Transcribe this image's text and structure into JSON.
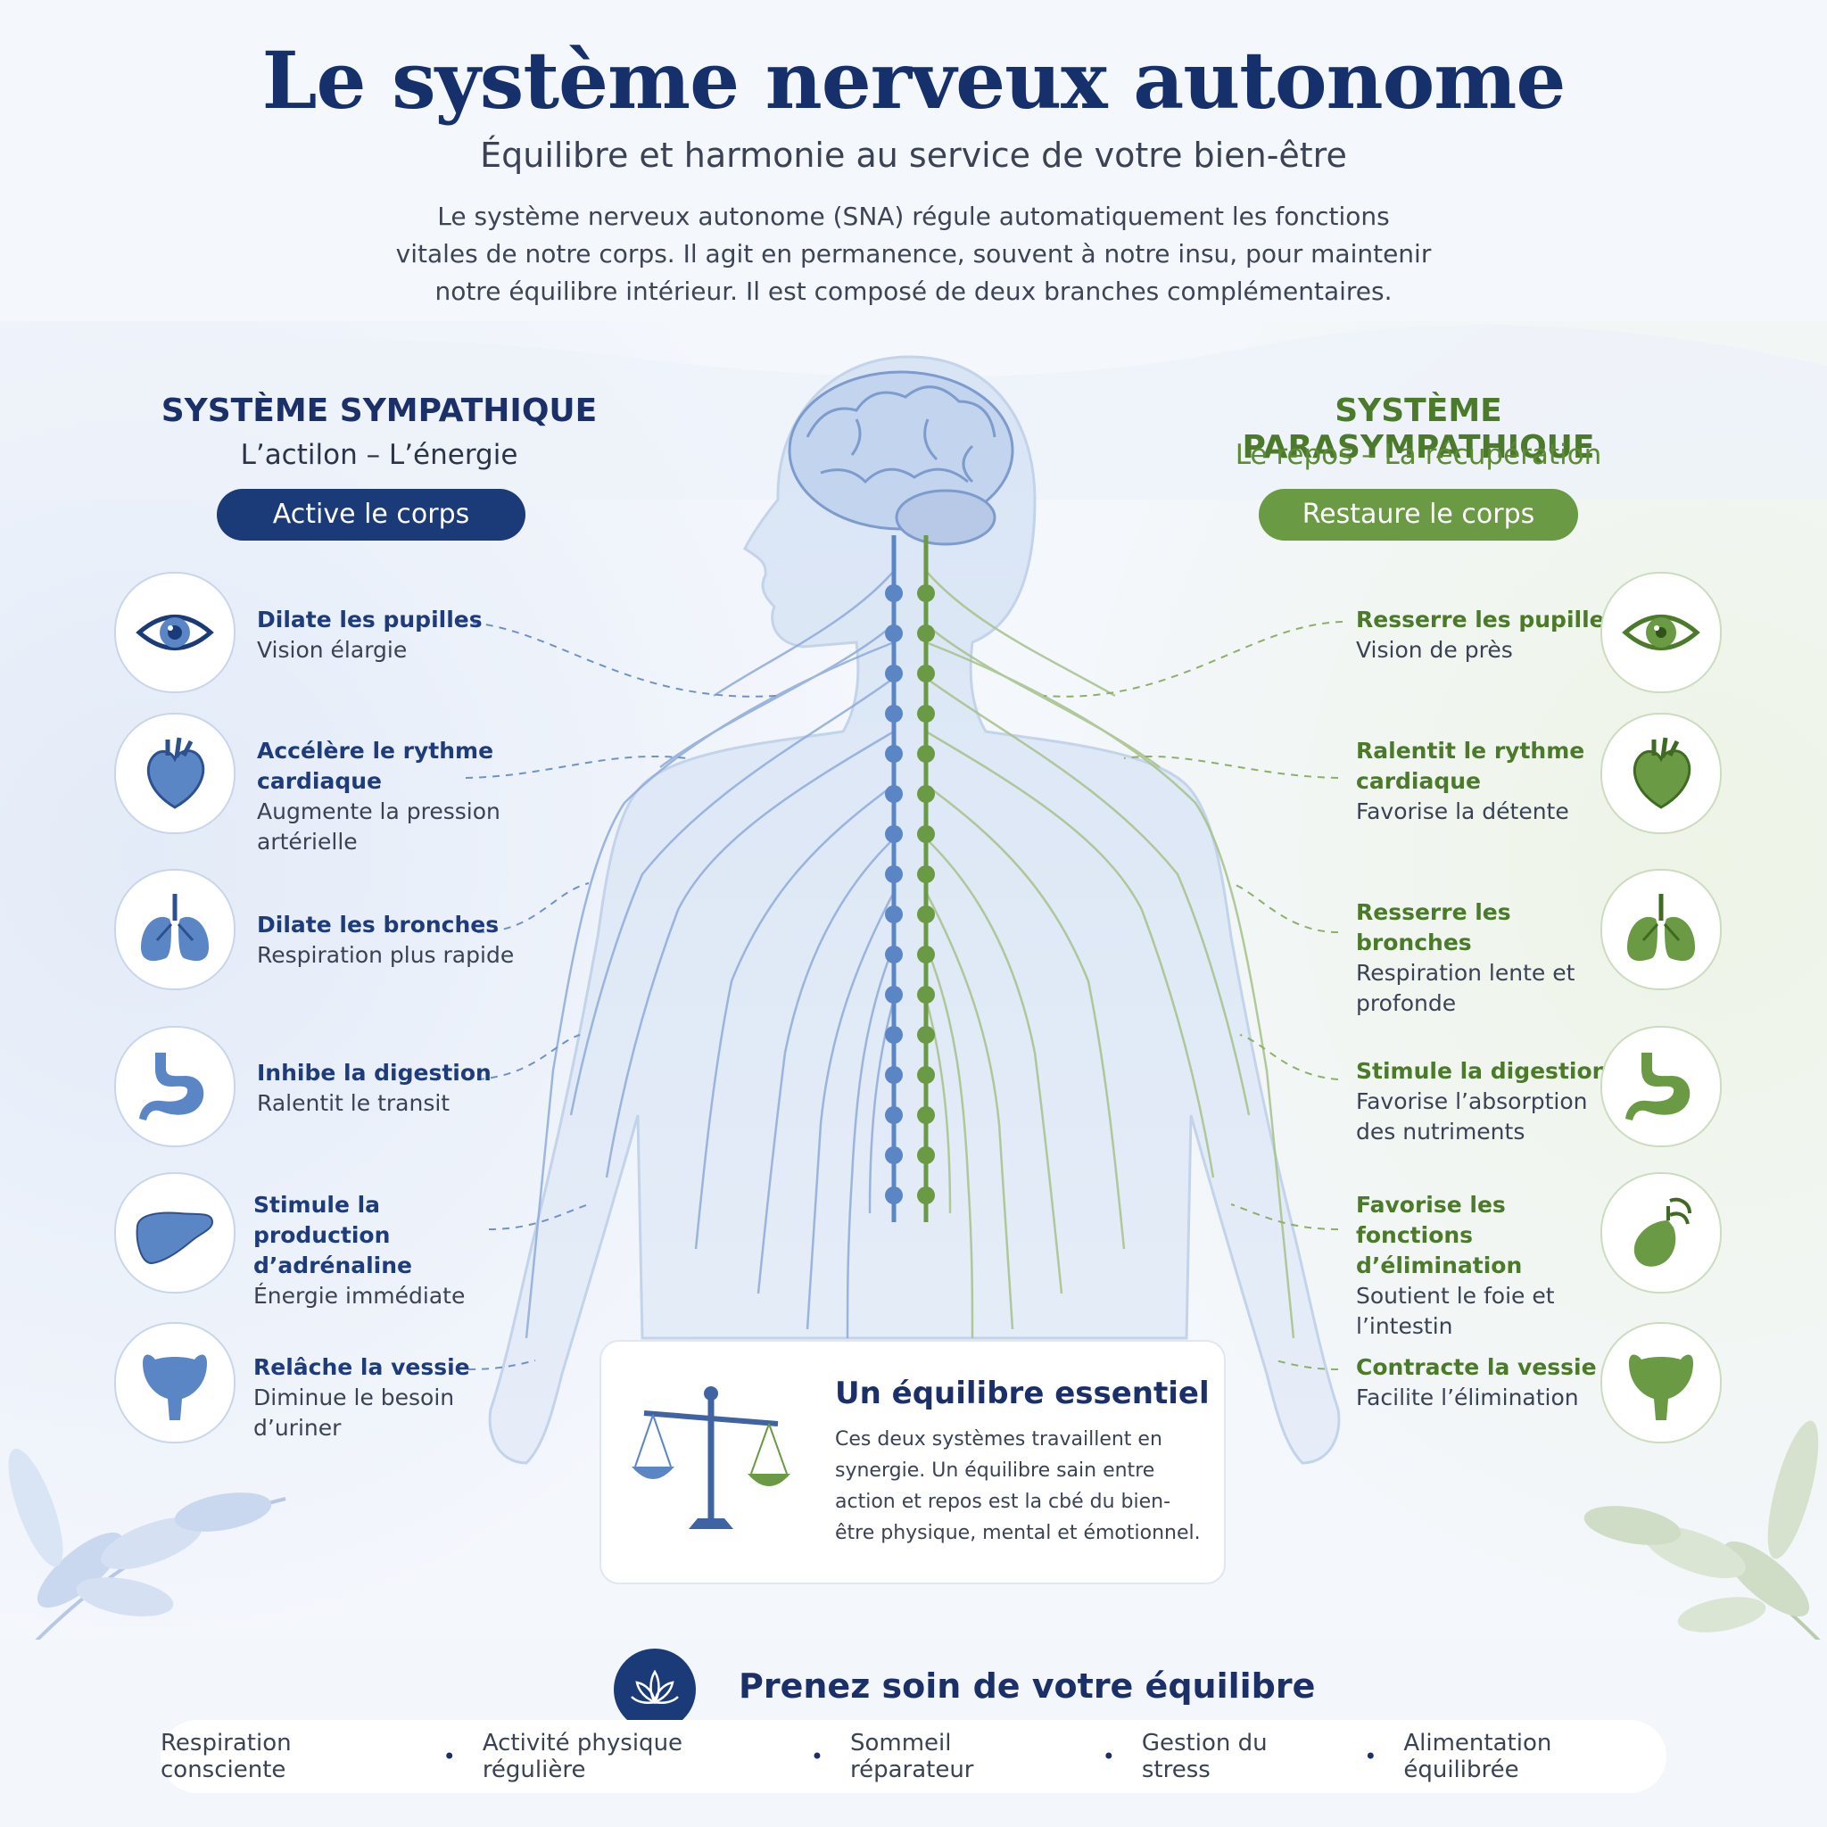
{
  "header": {
    "title": "Le système nerveux autonome",
    "subtitle": "Équilibre et harmonie au service de votre bien-être",
    "intro": "Le système nerveux autonome (SNA) régule automatiquement les fonctions vitales de notre corps. Il agit en permanence, souvent à notre insu, pour maintenir notre équilibre intérieur. Il est composé de deux branches complémentaires."
  },
  "colors": {
    "navy": "#1b3a78",
    "blue": "#5b86c6",
    "green": "#6a9a44",
    "dark_green": "#4a7a2a"
  },
  "sympathetic": {
    "title": "SYSTÈME SYMPATHIQUE",
    "subtitle": "L’actilon – L’énergie",
    "pill": "Active le corps",
    "items": [
      {
        "icon": "eye-icon",
        "title": "Dilate les pupilles",
        "desc": "Vision élargie"
      },
      {
        "icon": "heart-icon",
        "title": "Accélère le rythme cardiaque",
        "desc": "Augmente la pression artérielle"
      },
      {
        "icon": "lungs-icon",
        "title": "Dilate les bronches",
        "desc": "Respiration plus rapide"
      },
      {
        "icon": "stomach-icon",
        "title": "Inhibe la digestion",
        "desc": "Ralentit le transit"
      },
      {
        "icon": "liver-icon",
        "title": "Stimule la production d’adrénaline",
        "desc": "Énergie immédiate"
      },
      {
        "icon": "bladder-icon",
        "title": "Relâche la vessie",
        "desc": "Diminue le besoin d’uriner"
      }
    ]
  },
  "parasympathetic": {
    "title": "SYSTÈME PARASYMPATHIQUE",
    "subtitle": "Le repos – La récupération",
    "pill": "Restaure le corps",
    "items": [
      {
        "icon": "eye-icon",
        "title": "Resserre les pupilles",
        "desc": "Vision de près"
      },
      {
        "icon": "heart-icon",
        "title": "Ralentit le rythme cardiaque",
        "desc": "Favorise la détente"
      },
      {
        "icon": "lungs-icon",
        "title": "Resserre les bronches",
        "desc": "Respiration lente et profonde"
      },
      {
        "icon": "stomach-icon",
        "title": "Stimule la digestion",
        "desc": "Favorise l’absorption des nutriments"
      },
      {
        "icon": "gallbladder-icon",
        "title": "Favorise les fonctions d’élimination",
        "desc": "Soutient le foie et l’intestin"
      },
      {
        "icon": "bladder-icon",
        "title": "Contracte la vessie",
        "desc": "Facilite l’élimination"
      }
    ]
  },
  "balance": {
    "title": "Un équilibre essentiel",
    "desc": "Ces deux systèmes travaillent en synergie. Un équilibre sain entre action et repos est la cbé du bien-être physique, mental et émotionnel."
  },
  "footer": {
    "title": "Prenez soin de votre équilibre",
    "tips": [
      "Respiration consciente",
      "Activité physique régulière",
      "Sommeil réparateur",
      "Gestion du stress",
      "Alimentation équilibrée"
    ]
  }
}
